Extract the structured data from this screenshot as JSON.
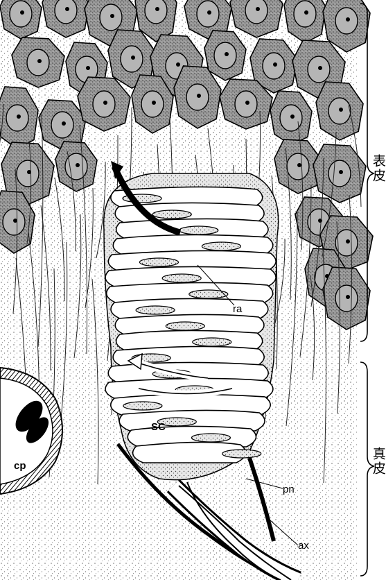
{
  "labels": {
    "ra": "ra",
    "sc": "SC",
    "cp": "cp",
    "pn": "pn",
    "ax": "ax"
  },
  "brackets": {
    "epidermis": "表皮",
    "dermis": "真皮"
  }
}
